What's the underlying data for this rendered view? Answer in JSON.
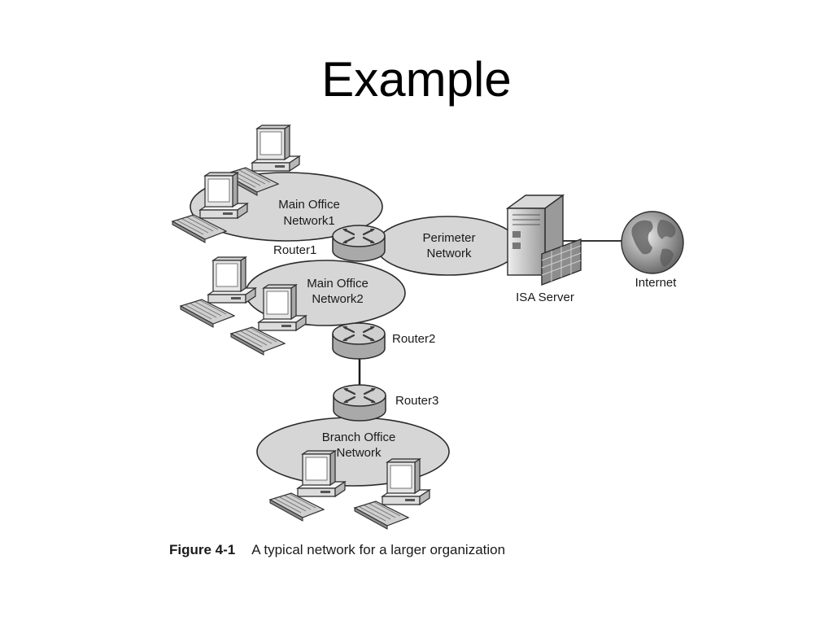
{
  "slide": {
    "title": "Example"
  },
  "diagram": {
    "networks": [
      {
        "id": "main1",
        "lines": [
          "Main Office",
          "Network1"
        ]
      },
      {
        "id": "perimeter",
        "lines": [
          "Perimeter",
          "Network"
        ]
      },
      {
        "id": "main2",
        "lines": [
          "Main Office",
          "Network2"
        ]
      },
      {
        "id": "branch",
        "lines": [
          "Branch Office",
          "Network"
        ]
      }
    ],
    "routers": [
      "Router1",
      "Router2",
      "Router3"
    ],
    "server": "ISA Server",
    "internet": "Internet"
  },
  "caption": {
    "number": "Figure 4-1",
    "text": "A typical network for a larger organization"
  },
  "colors": {
    "cloud_fill": "#d6d6d6",
    "outline": "#2b2b2b",
    "router_top": "#cfcfcf",
    "router_side": "#a9a9a9"
  }
}
